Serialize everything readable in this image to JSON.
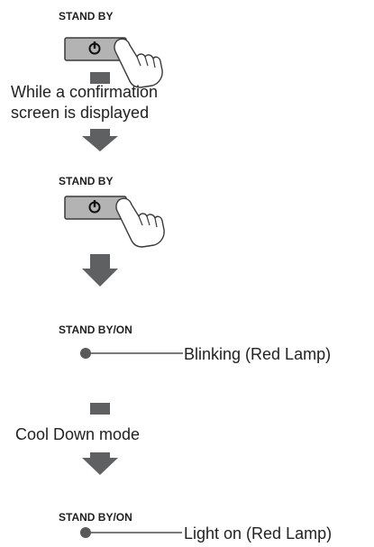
{
  "steps": {
    "step1_label": "STAND BY",
    "note1_line1": "While a confirmation",
    "note1_line2": "screen is displayed",
    "step2_label": "STAND BY",
    "step3_label": "STAND BY/ON",
    "step3_status": "Blinking (Red Lamp)",
    "note2": "Cool Down mode",
    "step4_label": "STAND BY/ON",
    "step4_status": "Light on (Red Lamp)"
  },
  "icons": {
    "button_icon": "power-icon",
    "pointer_icon": "pointing-hand-icon",
    "flow_arrow_icon": "down-arrow-icon",
    "indicator_icon": "lamp-dot-icon"
  },
  "colors": {
    "arrow": "#5f6062",
    "button_fill": "#b3b3b3",
    "lamp": "#5a5a5a",
    "text": "#222222"
  }
}
